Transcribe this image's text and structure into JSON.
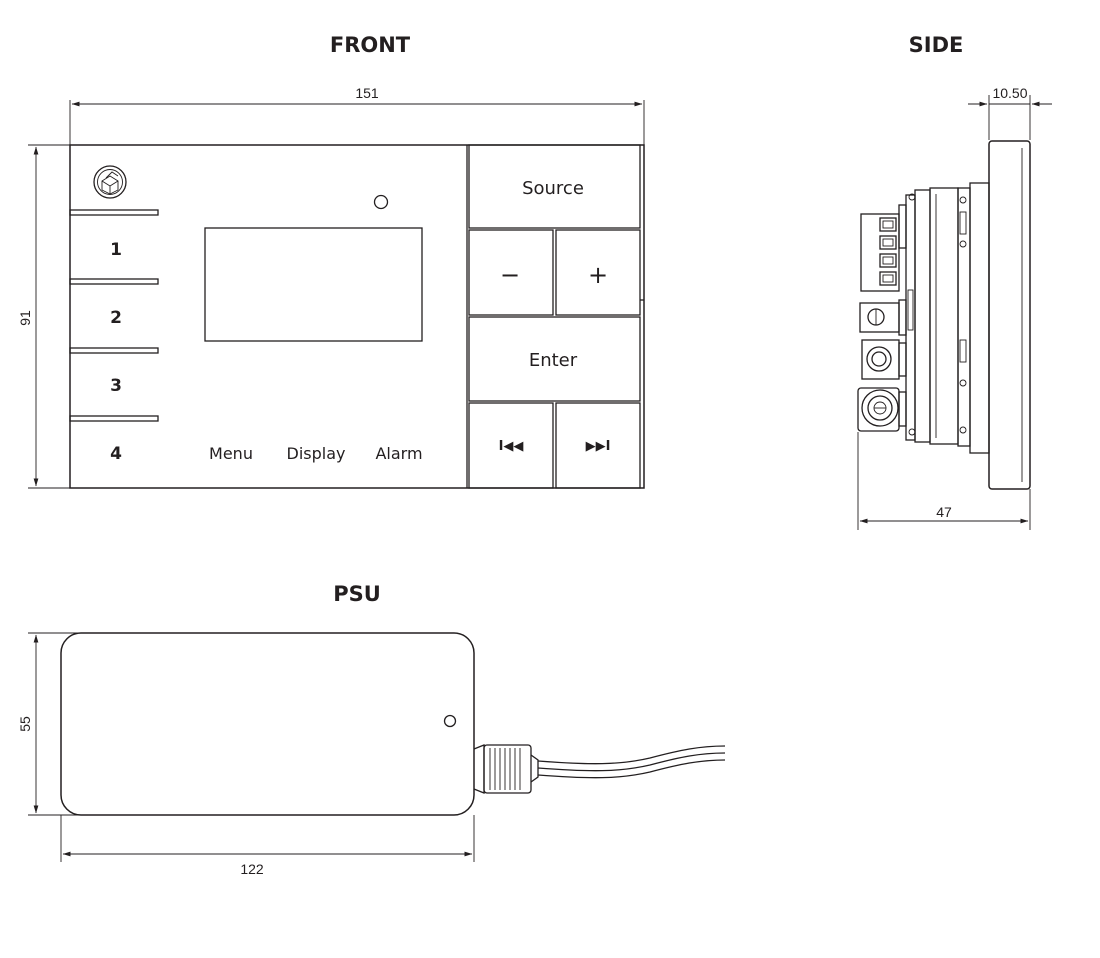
{
  "titles": {
    "front": "FRONT",
    "side": "SIDE",
    "psu": "PSU"
  },
  "dimensions": {
    "front_width": "151",
    "front_height": "91",
    "side_depth": "47",
    "side_panel_thickness": "10.50",
    "psu_width": "122",
    "psu_height": "55"
  },
  "front_panel": {
    "preset_buttons": [
      "1",
      "2",
      "3",
      "4"
    ],
    "bottom_labels": [
      "Menu",
      "Display",
      "Alarm"
    ],
    "keypad": {
      "source": "Source",
      "minus": "−",
      "plus": "+",
      "enter": "Enter",
      "previous": "I◀◀",
      "next": "▶▶I"
    }
  },
  "icons": {
    "front_logo": "brand-logo-icon",
    "front_indicator": "status-led-icon",
    "side_connector": "terminal-block-icon",
    "psu_indicator": "psu-led-icon"
  },
  "colors": {
    "line": "#231f20",
    "background": "#ffffff"
  }
}
